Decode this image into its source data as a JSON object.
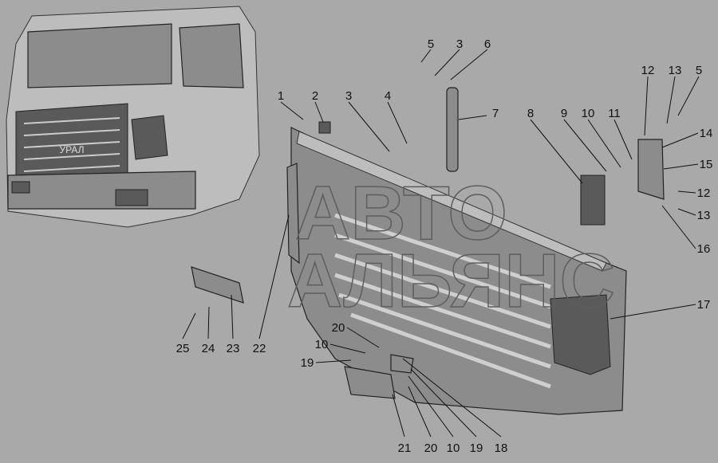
{
  "diagram": {
    "title": "Cab front grille assembly",
    "watermark": [
      "АВТО",
      "АЛЬЯНС"
    ],
    "grille_badge": "УРАЛ",
    "labels": {
      "l1": "1",
      "l2": "2",
      "l3a": "3",
      "l4": "4",
      "l5a": "5",
      "l3b": "3",
      "l6": "6",
      "l7": "7",
      "l8": "8",
      "l9": "9",
      "l10a": "10",
      "l11": "11",
      "l12a": "12",
      "l13a": "13",
      "l5b": "5",
      "l14": "14",
      "l15": "15",
      "l12b": "12",
      "l13b": "13",
      "l16": "16",
      "l17": "17",
      "l25": "25",
      "l24": "24",
      "l23": "23",
      "l22": "22",
      "l20a": "20",
      "l10b": "10",
      "l19a": "19",
      "l21": "21",
      "l20b": "20",
      "l10c": "10",
      "l19b": "19",
      "l18": "18"
    }
  }
}
